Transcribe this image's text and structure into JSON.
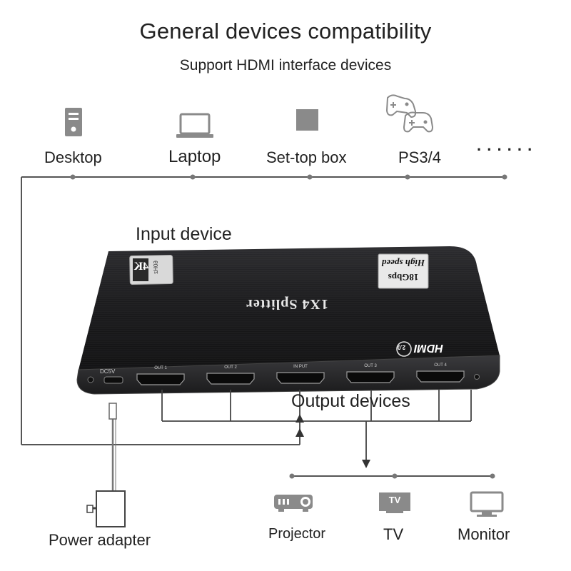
{
  "header": {
    "title": "General devices compatibility",
    "subtitle": "Support HDMI interface devices"
  },
  "input_sources": [
    {
      "label": "Desktop",
      "icon": "desktop-icon"
    },
    {
      "label": "Laptop",
      "icon": "laptop-icon"
    },
    {
      "label": "Set-top box",
      "icon": "set-top-box-icon"
    },
    {
      "label": "PS3/4",
      "icon": "gamepad-icon"
    }
  ],
  "more_indicator": ". . . . . .",
  "input_device_label": "Input device",
  "output_devices_label": "Output devices",
  "splitter": {
    "name": "1X4 Splitter",
    "badge_4k": "4K",
    "badge_4k_sub": "60Hz",
    "speed_line1": "High speed",
    "speed_line2": "18Gbps",
    "hdmi_logo": "HDMI",
    "hdmi_version": "2.0",
    "power_port": "DC5V",
    "ports": [
      "OUT 1",
      "OUT 2",
      "IN PUT",
      "OUT 3",
      "OUT 4"
    ]
  },
  "power_adapter_label": "Power adapter",
  "output_targets": [
    {
      "label": "Projector",
      "icon": "projector-icon"
    },
    {
      "label": "TV",
      "icon": "tv-icon",
      "badge": "TV"
    },
    {
      "label": "Monitor",
      "icon": "monitor-icon"
    }
  ],
  "colors": {
    "line": "#555555",
    "icon": "#8a8a8a",
    "device_body": "#1c1c1e",
    "device_edge": "#3a3a3c"
  }
}
